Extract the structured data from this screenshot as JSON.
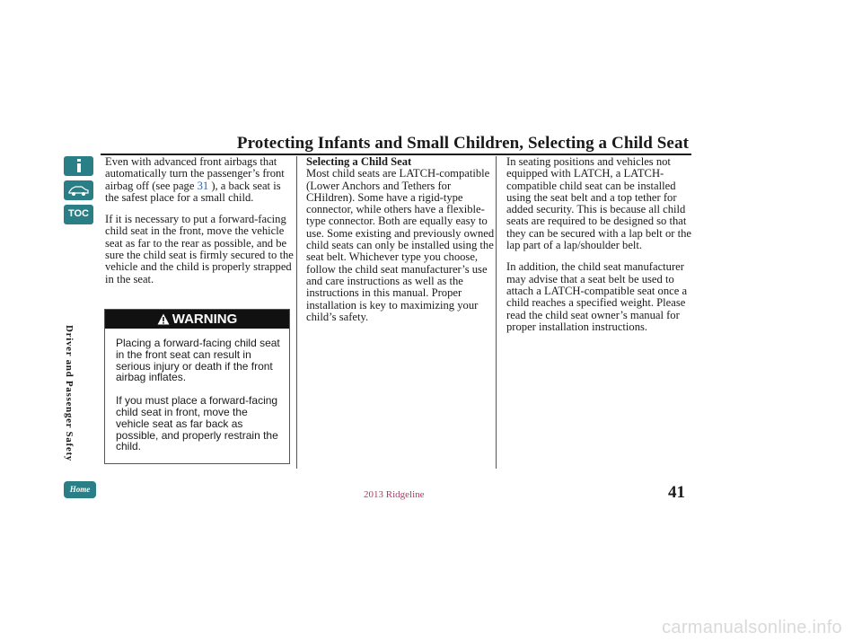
{
  "header": {
    "title": "Protecting Infants and Small Children, Selecting a Child Seat"
  },
  "sidebar": {
    "section_label": "Driver and Passenger Safety",
    "toc_label": "TOC",
    "home_label": "Home",
    "icons": [
      "info-icon",
      "car-icon"
    ]
  },
  "col1": {
    "para1_pre": "Even with advanced front airbags that automatically turn the passenger’s front airbag off (see page ",
    "para1_link": "31",
    "para1_post": " ), a back seat is the safest place for a small child.",
    "para2": "If it is necessary to put a forward-facing child seat in the front, move the vehicle seat as far to the rear as possible, and be sure the child seat is firmly secured to the vehicle and the child is properly strapped in the seat."
  },
  "warning": {
    "label": "WARNING",
    "para1": "Placing a forward-facing child seat in the front seat can result in serious injury or death if the front airbag inflates.",
    "para2": "If you must place a forward-facing child seat in front, move the vehicle seat as far back as possible, and properly restrain the child."
  },
  "col2": {
    "subhead": "Selecting a Child Seat",
    "para": "Most child seats are LATCH-compatible (Lower Anchors and Tethers for CHildren). Some have a rigid-type connector, while others have a flexible-type connector. Both are equally easy to use. Some existing and previously owned child seats can only be installed using the seat belt. Whichever type you choose, follow the child seat manufacturer’s use and care instructions as well as the instructions in this manual. Proper installation is key to maximizing your child’s safety."
  },
  "col3": {
    "para1": "In seating positions and vehicles not equipped with LATCH, a LATCH-compatible child seat can be installed using the seat belt and a top tether for added security. This is because all child seats are required to be designed so that they can be secured with a lap belt or the lap part of a lap/shoulder belt.",
    "para2": "In addition, the child seat manufacturer may advise that a seat belt be used to attach a LATCH-compatible seat once a child reaches a specified weight. Please read the child seat owner’s manual for proper installation instructions."
  },
  "footer": {
    "model": "2013 Ridgeline",
    "page_number": "41",
    "watermark": "carmanualsonline.info"
  },
  "colors": {
    "accent": "#2a7f86",
    "link": "#2a62b5",
    "footer_text": "#b03a6a"
  }
}
